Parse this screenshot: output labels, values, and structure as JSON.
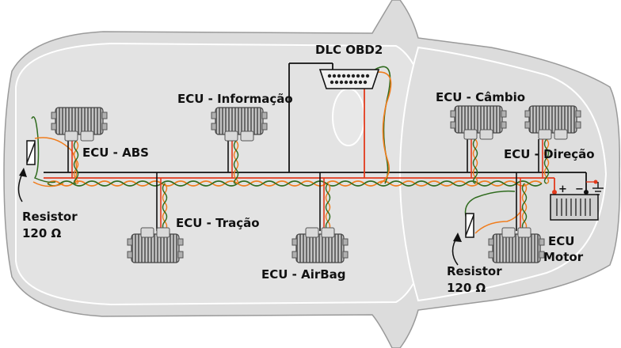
{
  "labels": {
    "dlc": "DLC OBD2",
    "ecu_info": "ECU - Informação",
    "ecu_cambio": "ECU - Câmbio",
    "ecu_abs": "ECU - ABS",
    "ecu_direcao": "ECU - Direção",
    "ecu_tracao": "ECU - Tração",
    "ecu_airbag": "ECU - AirBag",
    "ecu_motor_1": "ECU",
    "ecu_motor_2": "Motor",
    "resistor_left_1": "Resistor",
    "resistor_left_2": "120 Ω",
    "resistor_right_1": "Resistor",
    "resistor_right_2": "120 Ω",
    "battery_plus": "+",
    "battery_minus": "−"
  },
  "colors": {
    "car_body": "#dedede",
    "car_outline": "#ffffff",
    "wire_high": "#e23a1c",
    "wire_low": "#2f6b1e",
    "wire_can_orange": "#f07c1c",
    "bus_black": "#111111",
    "ecu_body": "#b8b8b8",
    "ecu_dark": "#555555"
  },
  "icons": [
    "ecu-module-icon",
    "obd2-connector-icon",
    "resistor-icon",
    "battery-icon",
    "ground-icon"
  ]
}
